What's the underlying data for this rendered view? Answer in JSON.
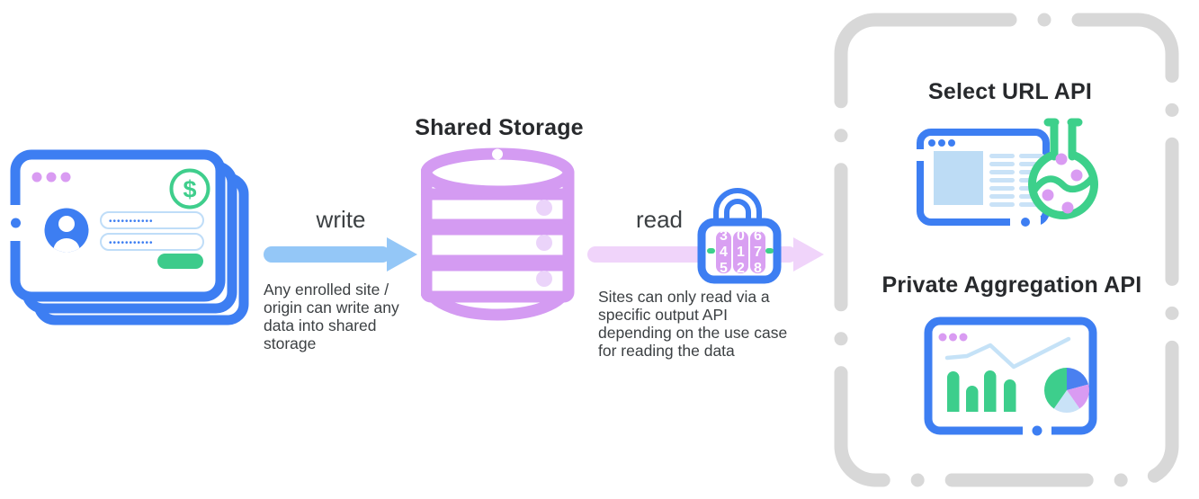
{
  "storage": {
    "title": "Shared Storage"
  },
  "write_flow": {
    "label": "write",
    "description_lines": [
      "Any enrolled site /",
      "origin can write any",
      "data into shared",
      "storage"
    ]
  },
  "read_flow": {
    "label": "read",
    "description_lines": [
      "Sites can only read via a",
      "specific output API",
      "depending on the use case",
      "for reading the data"
    ]
  },
  "lock": {
    "code": "417"
  },
  "login_card": {
    "currency_symbol": "$",
    "password_mask": "•••••••••••"
  },
  "output_apis": {
    "select_url": {
      "title": "Select URL API"
    },
    "private_aggregation": {
      "title": "Private Aggregation API"
    }
  },
  "icons": {
    "login_card_stack": "stacked browser windows with avatar, password fields, dollar badge",
    "database": "purple cylinder database (shared storage)",
    "write_arrow": "light blue right arrow",
    "read_arrow": "light purple right arrow",
    "combination_lock": "blue padlock with 3 purple digit wheels",
    "select_url": "browser window with green lab flask",
    "private_aggregation": "browser window with line, bar and pie charts"
  },
  "colors": {
    "blue": "#3d7ef2",
    "light_blue_arrow": "#94c7f7",
    "pale_blue": "#c9e2f7",
    "content_blue": "#bddcf5",
    "purple": "#d49bf2",
    "light_purple": "#ebd4fa",
    "lavender_arrow": "#f0d4fa",
    "wheel_purple": "#d9a0f2",
    "green": "#3dd08b",
    "bar_green": "#3dce8c",
    "pie_blue": "#4a80f0",
    "gray_dash": "#d8d8d8",
    "text": "#3c4043"
  }
}
